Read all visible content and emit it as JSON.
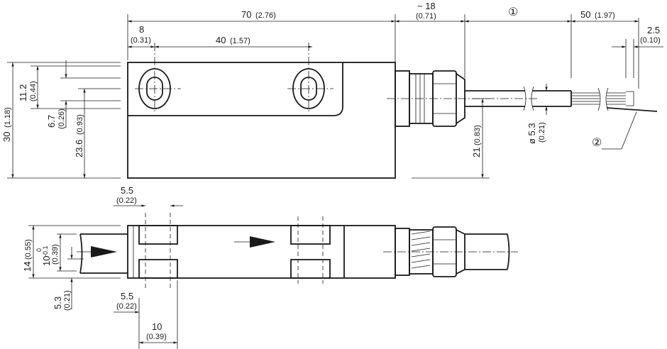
{
  "drawing": {
    "dims": {
      "total_length": {
        "mm": "70",
        "in": "(2.76)"
      },
      "gland_length": {
        "mm": "~ 18",
        "in": "(0.71)"
      },
      "cable_length": {
        "marker": "①"
      },
      "strip_length": {
        "mm": "50",
        "in": "(1.97)"
      },
      "wire_strip": {
        "mm": "2.5",
        "in": "(0.10)"
      },
      "hole_offset": {
        "mm": "8",
        "in": "(0.31)"
      },
      "hole_spacing": {
        "mm": "40",
        "in": "(1.57)"
      },
      "height": {
        "mm": "30",
        "in": "(1.18)"
      },
      "plate_height": {
        "mm": "11.2",
        "in": "(0.44)"
      },
      "hole_diameter_top": {
        "mm": "6.7",
        "in": "(0.26)"
      },
      "hole_center_height": {
        "mm": "23.6",
        "in": "(0.93)"
      },
      "cable_axis_height": {
        "mm": "21",
        "in": "(0.83)"
      },
      "cable_diameter": {
        "mm": "ø 5.3",
        "in": "(0.21)"
      },
      "conductor_marker": {
        "marker": "②"
      },
      "counterbore_top": {
        "mm": "5.5",
        "in": "(0.22)"
      },
      "width": {
        "mm": "14",
        "in": "(0.55)"
      },
      "slot_width": {
        "mm": "10",
        "tol_upper": "0",
        "tol_lower": "-0.1",
        "in": "(0.39)"
      },
      "axis_offset": {
        "mm": "5.3",
        "in": "(0.21)"
      },
      "counterbore_bottom": {
        "mm": "5.5",
        "in": "(0.22)"
      },
      "bore_width": {
        "mm": "10",
        "in": "(0.39)"
      }
    }
  }
}
